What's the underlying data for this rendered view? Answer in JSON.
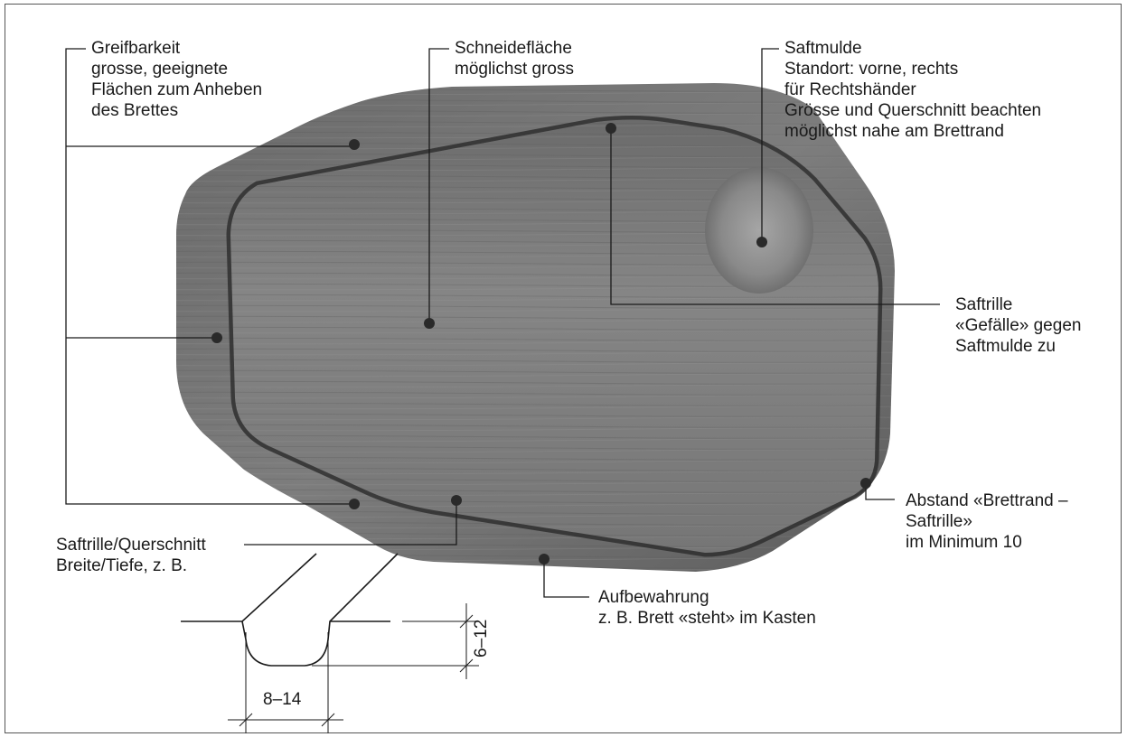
{
  "labels": {
    "greifbarkeit": [
      "Greifbarkeit",
      "grosse, geeignete",
      "Flächen zum Anheben",
      "des Brettes"
    ],
    "schneideflaeche": [
      "Schneidefläche",
      "möglichst gross"
    ],
    "saftmulde": [
      "Saftmulde",
      "Standort: vorne, rechts",
      "für Rechtshänder",
      "Grösse und Querschnitt beachten",
      "möglichst nahe am Brettrand"
    ],
    "saftrille": [
      "Saftrille",
      "«Gefälle» gegen",
      "Saftmulde zu"
    ],
    "abstand": [
      "Abstand «Brettrand –",
      "Saftrille»",
      "im Minimum 10"
    ],
    "saftrille_querschnitt": [
      "Saftrille/Querschnitt",
      "Breite/Tiefe, z. B."
    ],
    "aufbewahrung": [
      "Aufbewahrung",
      "z. B. Brett «steht» im Kasten"
    ]
  },
  "dimensions": {
    "width": "8–14",
    "depth": "6–12"
  },
  "colors": {
    "board_dark": "#4a4a4a",
    "board_mid": "#6e6e6e",
    "board_light": "#8c8c8c",
    "line": "#1a1a1a"
  }
}
